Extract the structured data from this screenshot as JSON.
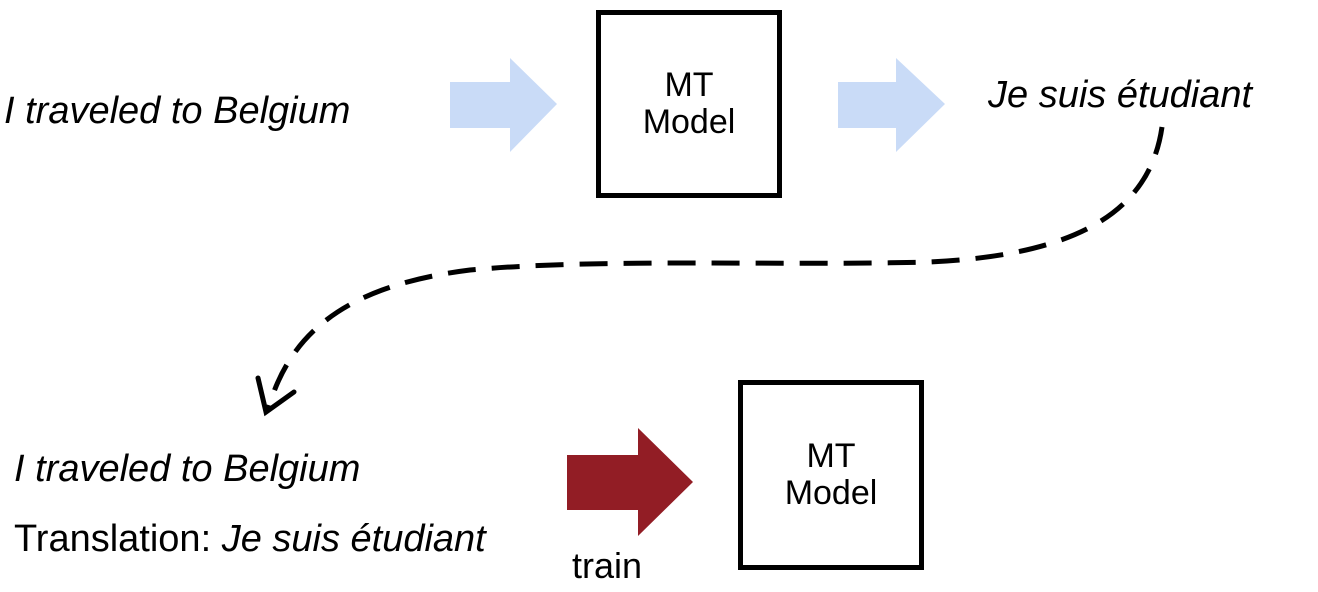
{
  "top_row": {
    "source_sentence": "I traveled to Belgium",
    "model_line1": "MT",
    "model_line2": "Model",
    "output_sentence": "Je suis étudiant"
  },
  "bottom_row": {
    "source_sentence": "I traveled to Belgium",
    "translation_prefix": "Translation: ",
    "translation_text": "Je suis étudiant",
    "action_label": "train",
    "model_line1": "MT",
    "model_line2": "Model"
  },
  "colors": {
    "top_arrow": "#c9dbf7",
    "train_arrow": "#921d25",
    "dashed_connector": "#000000",
    "box_border": "#000000"
  }
}
